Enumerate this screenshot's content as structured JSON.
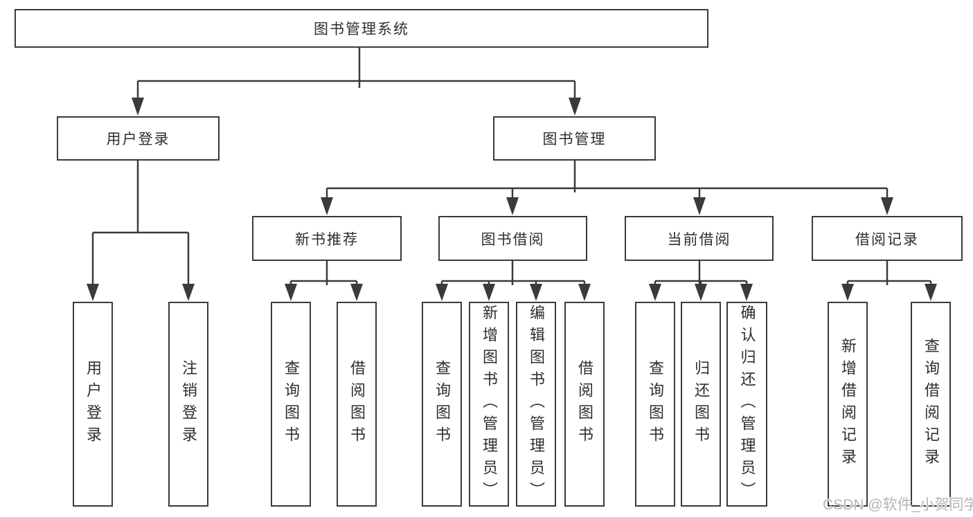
{
  "diagram": {
    "root": {
      "label": "图书管理系统",
      "children": [
        {
          "label": "用户登录",
          "children": [
            {
              "label": "用户登录"
            },
            {
              "label": "注销登录"
            }
          ]
        },
        {
          "label": "图书管理",
          "children": [
            {
              "label": "新书推荐",
              "children": [
                {
                  "label": "查询图书"
                },
                {
                  "label": "借阅图书"
                }
              ]
            },
            {
              "label": "图书借阅",
              "children": [
                {
                  "label": "查询图书"
                },
                {
                  "label": "新增图书（管理员）"
                },
                {
                  "label": "编辑图书（管理员）"
                },
                {
                  "label": "借阅图书"
                }
              ]
            },
            {
              "label": "当前借阅",
              "children": [
                {
                  "label": "查询图书"
                },
                {
                  "label": "归还图书"
                },
                {
                  "label": "确认归还（管理员）"
                }
              ]
            },
            {
              "label": "借阅记录",
              "children": [
                {
                  "label": "新增借阅记录"
                },
                {
                  "label": "查询借阅记录"
                }
              ]
            }
          ]
        }
      ]
    }
  },
  "watermark": {
    "text": "CSDN @软件_小贺同学"
  },
  "colors": {
    "line": "#3a3a3a",
    "box_border": "#3a3a3a",
    "box_fill": "#ffffff",
    "text": "#2e2e2e",
    "background": "#ffffff",
    "watermark": "#b5b5b5"
  }
}
